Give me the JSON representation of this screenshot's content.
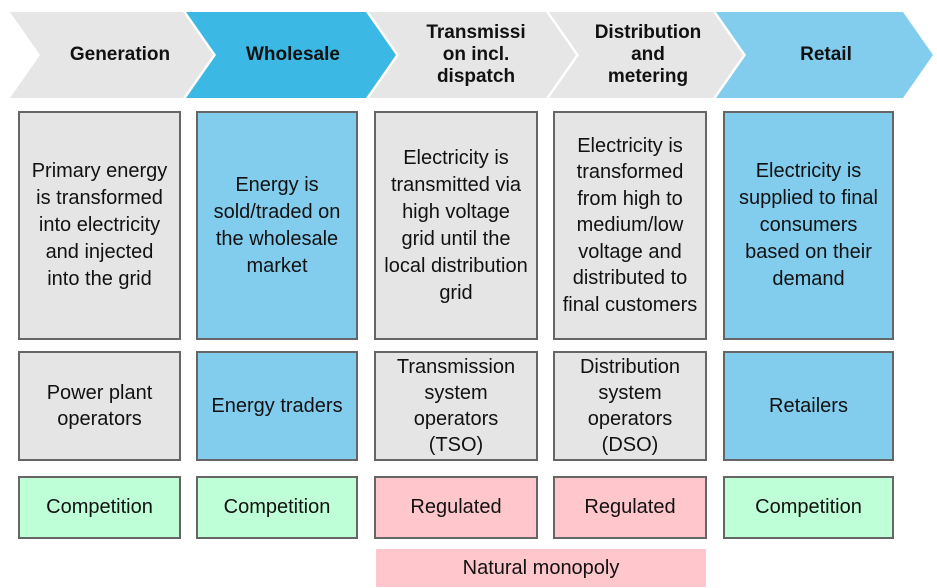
{
  "stages": [
    {
      "label": "Generation"
    },
    {
      "label": "Wholesale"
    },
    {
      "label": "Transmissi\non incl.\ndispatch"
    },
    {
      "label": "Distribution\nand\nmetering"
    },
    {
      "label": "Retail"
    }
  ],
  "descriptions": [
    "Primary energy is transformed into electricity and injected into the grid",
    "Energy is sold/traded on the wholesale market",
    "Electricity is transmitted via high voltage grid until the local distribution grid",
    "Electricity is transformed from high to medium/low voltage and distributed to final customers",
    "Electricity is supplied to final consumers based on their demand"
  ],
  "actors": [
    "Power plant operators",
    "Energy traders",
    "Transmission system operators (TSO)",
    "Distribution system operators (DSO)",
    "Retailers"
  ],
  "market_types": [
    "Competition",
    "Competition",
    "Regulated",
    "Regulated",
    "Competition"
  ],
  "natural_monopoly": "Natural monopoly",
  "colors": {
    "grey": "#e5e5e5",
    "blue": "#82cded",
    "chevron_grey": "#e6e6e6",
    "chevron_blue": "#3cb8e5",
    "chevron_light_blue": "#82cded",
    "green": "#bfffd7",
    "pink": "#ffc7cc"
  }
}
